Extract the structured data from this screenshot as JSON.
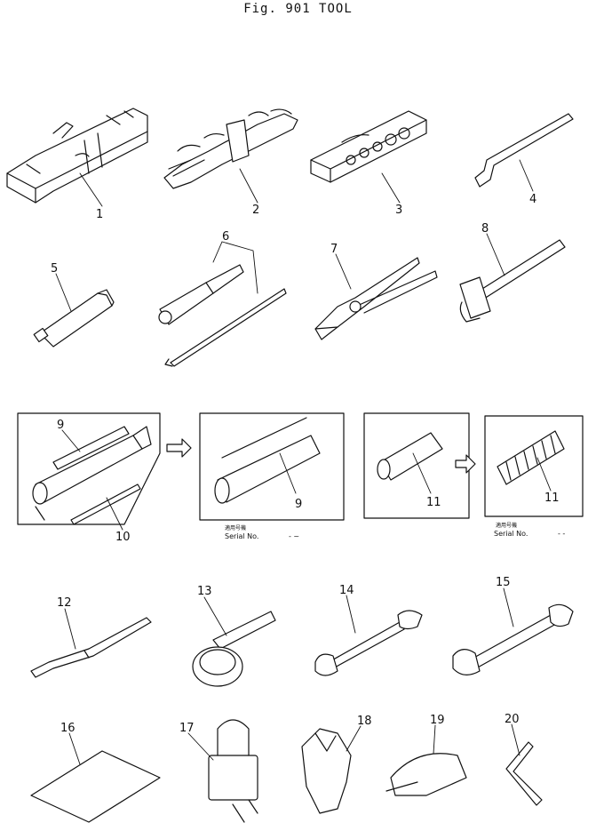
{
  "title": "Fig. 901   TOOL",
  "callouts": [
    "1",
    "2",
    "3",
    "4",
    "5",
    "6",
    "7",
    "8",
    "9",
    "10",
    "9",
    "11",
    "11",
    "12",
    "13",
    "14",
    "15",
    "16",
    "17",
    "18",
    "19",
    "20"
  ],
  "serial_labels": [
    {
      "jp": "適用号機",
      "en": "Serial  No.",
      "range": "-  ~"
    },
    {
      "jp": "適用号機",
      "en": "Serial  No.",
      "range": "-  -"
    }
  ],
  "icons": [
    "tool-bag-icon",
    "wrench-set-icon",
    "socket-set-icon",
    "l-wrench-icon",
    "extension-bar-icon",
    "screwdriver-icon",
    "pliers-icon",
    "hammer-icon",
    "grease-gun-icon",
    "grease-nozzle-icon",
    "grease-cartridge-icon",
    "pry-bar-icon",
    "filter-wrench-icon",
    "open-wrench-icon",
    "manual-icon",
    "padlock-icon",
    "coverall-icon",
    "cap-icon",
    "hex-key-icon",
    "arrow-icon"
  ]
}
